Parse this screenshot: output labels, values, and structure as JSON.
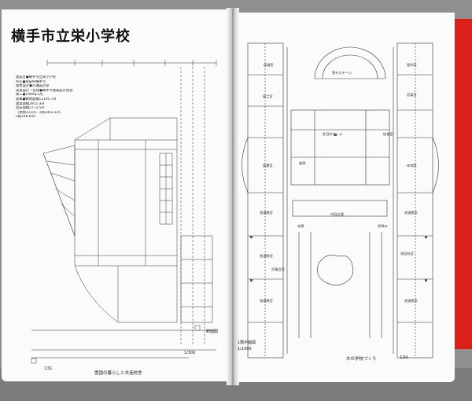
{
  "left_page": {
    "title": "横手市立栄小学校",
    "metadata": [
      "建築主●横手市立栄小学校",
      "所在●秋田県横手市",
      "基本設計●市議設計部",
      "実施設計・監理●横手市建築設計協会",
      "竣工●1994年3月",
      "面積●敷地面積12195.7㎡",
      "建築面積2915.3㎡",
      "延床面積2773.5㎡",
      "（地階212㎡、1階2003.1㎡、",
      "2階338.6㎡）"
    ],
    "drawing_caption": "断面図",
    "drawing_scale": "1/300",
    "folio_number": "131",
    "folio_title": "雪国の暮らしと木造校舎"
  },
  "right_page": {
    "room_labels": [
      "保健室",
      "図工室",
      "図書室",
      "普通教室",
      "普通教室",
      "普通教室",
      "多目的ホール",
      "野外ステージ",
      "理科室",
      "音楽室",
      "普通教室",
      "普通教室",
      "中庭広場",
      "体育館",
      "家庭科室",
      "児童会室",
      "給食室",
      "倉庫",
      "昇降口",
      "玄関"
    ],
    "plan_caption": "1階平面図",
    "plan_scale": "1/1000",
    "folio_number": "134",
    "folio_title": "木の学校づくり"
  }
}
